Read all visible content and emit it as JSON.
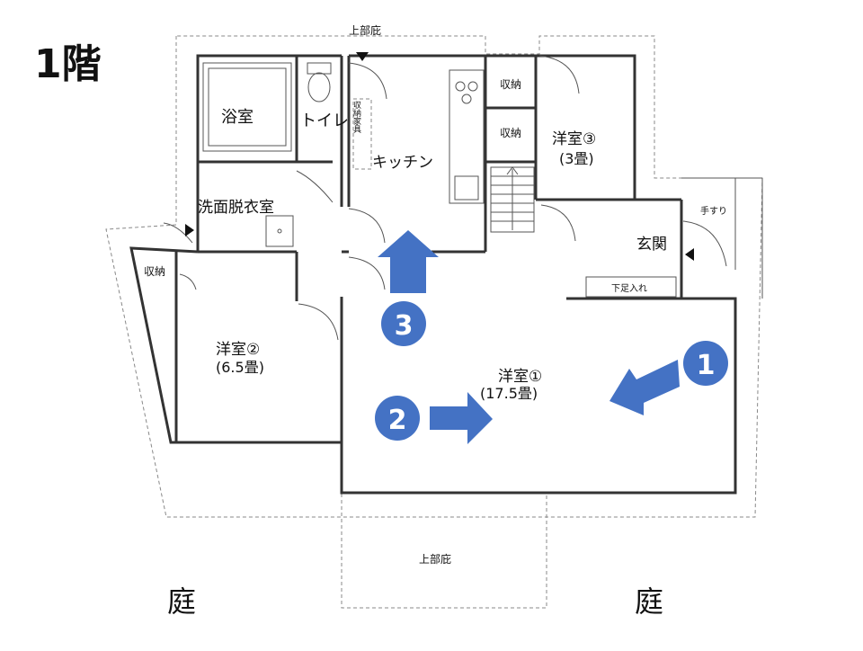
{
  "floor_label": "1階",
  "rooms": {
    "bath": "浴室",
    "toilet": "トイレ",
    "kitchen": "キッチン",
    "storage_furniture": "収納家具",
    "washroom": "洗面脱衣室",
    "storage_left": "収納",
    "storage_top": "収納",
    "storage_mid": "収納",
    "western3_name": "洋室③",
    "western3_size": "(3畳)",
    "entrance": "玄関",
    "handrail": "手すり",
    "shoe_box": "下足入れ",
    "western2_name": "洋室②",
    "western2_size": "(6.5畳)",
    "western1_name": "洋室①",
    "western1_size": "(17.5畳)",
    "upper_eave_top": "上部庇",
    "upper_eave_bottom": "上部庇",
    "garden_left": "庭",
    "garden_right": "庭"
  },
  "markers": [
    "1",
    "2",
    "3"
  ],
  "colors": {
    "accent": "#4472c4",
    "wall": "#333333"
  }
}
